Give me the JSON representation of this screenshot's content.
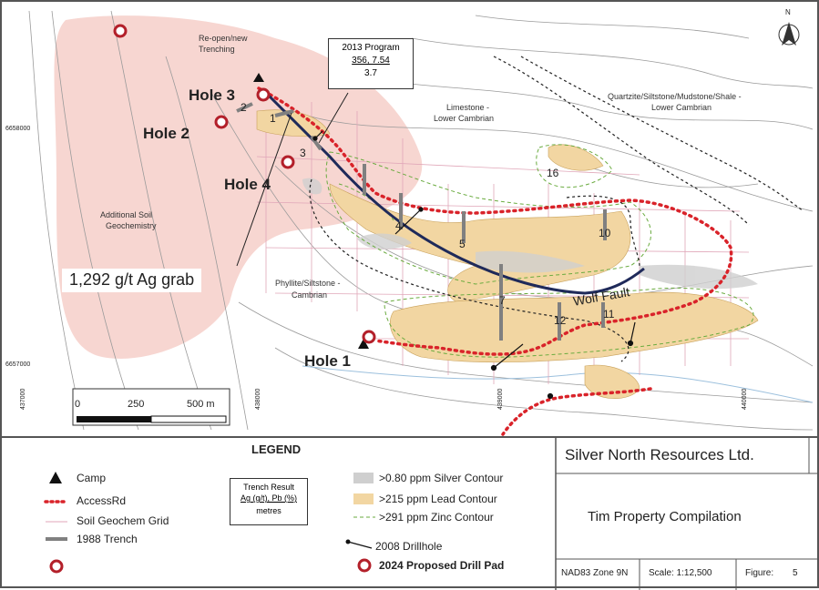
{
  "map_labels": {
    "north": "N",
    "reopen": "Re-open/new",
    "trenching": "Trenching",
    "program_title": "2013 Program",
    "program_value": "356, 7.54",
    "program_sub": "3.7",
    "limestone": "Limestone -",
    "lower_cambrian_1": "Lower Cambrian",
    "quartzite": "Quartzite/Siltstone/Mudstone/Shale -",
    "lower_cambrian_2": "Lower Cambrian",
    "additional_soil": "Additional Soil",
    "geochemistry": "Geochemistry",
    "phyllite": "Phyllite/Siltstone -",
    "cambrian": "Cambrian",
    "grab": "1,292 g/t Ag grab",
    "wolf_fault": "Wolf Fault",
    "northing_top": "6658000",
    "northing_bottom": "6657000",
    "easting_1": "437000",
    "easting_2": "438000",
    "easting_3": "439000",
    "easting_4": "440000",
    "scale_0": "0",
    "scale_250": "250",
    "scale_500": "500 m"
  },
  "holes": [
    {
      "label": "Hole 3"
    },
    {
      "label": "Hole 2"
    },
    {
      "label": "Hole 4"
    },
    {
      "label": "Hole 1"
    }
  ],
  "trenches": [
    "1",
    "2",
    "3",
    "4",
    "5",
    "7",
    "10",
    "11",
    "12",
    "16"
  ],
  "legend": {
    "title": "LEGEND",
    "camp": "Camp",
    "access": "AccessRd",
    "grid": "Soil Geochem Grid",
    "trench1988": "1988 Trench",
    "trench_result_title": "Trench Result",
    "trench_result_units": "Ag (g/t), Pb (%)",
    "trench_result_metres": "metres",
    "silver": ">0.80 ppm Silver Contour",
    "lead": ">215 ppm Lead Contour",
    "zinc": ">291 ppm Zinc Contour",
    "drillhole": "2008 Drillhole",
    "pad": "2024 Proposed Drill Pad"
  },
  "title_block": {
    "company": "Silver North Resources Ltd.",
    "title": "Tim Property Compilation",
    "datum": "NAD83 Zone 9N",
    "scale": "Scale: 1:12,500",
    "figure_label": "Figure:",
    "figure_number": "5"
  },
  "colors": {
    "access_road": "#d9232a",
    "lead": "#f2d6a2",
    "silver": "#cfcfcf",
    "zinc": "#6aab3f",
    "soil": "#f6cfc9",
    "fault": "#1f2a5a",
    "grid": "#e0a6b8"
  }
}
